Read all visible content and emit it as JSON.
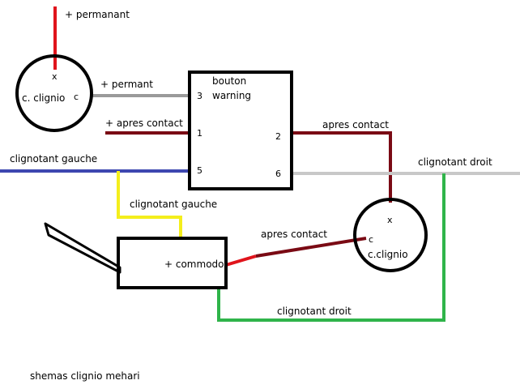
{
  "diagram": {
    "caption": "shemas clignio mehari",
    "wire_labels": {
      "permanant_top": "+ permanant",
      "permant": "+ permant",
      "apres_contact_in": "+ apres contact",
      "clignotant_gauche": "clignotant gauche",
      "clignotant_gauche_yellow": "clignotant gauche",
      "apres_contact_right": "apres contact",
      "clignotant_droit_right": "clignotant droit",
      "apres_contact_mid": "apres contact",
      "clignotant_droit_bottom": "clignotant droit"
    },
    "components": {
      "relay_left": {
        "label": "c. clignio",
        "pin_x": "x",
        "pin_c": "c"
      },
      "relay_right": {
        "label": "c.clignio",
        "pin_x": "x",
        "pin_c": "c"
      },
      "warning_box": {
        "label_line1": "bouton",
        "label_line2": "warning",
        "pins": [
          "3",
          "1",
          "5",
          "2",
          "6"
        ]
      },
      "commodo": {
        "label": "+ commodo"
      }
    },
    "colors": {
      "red": "#e0141c",
      "dark_red": "#7a0a14",
      "grey": "#9a9a9a",
      "light_grey": "#c8c8c8",
      "blue": "#3d47b0",
      "yellow": "#f4ee1c",
      "green": "#2fb44a",
      "black": "#000000"
    }
  }
}
